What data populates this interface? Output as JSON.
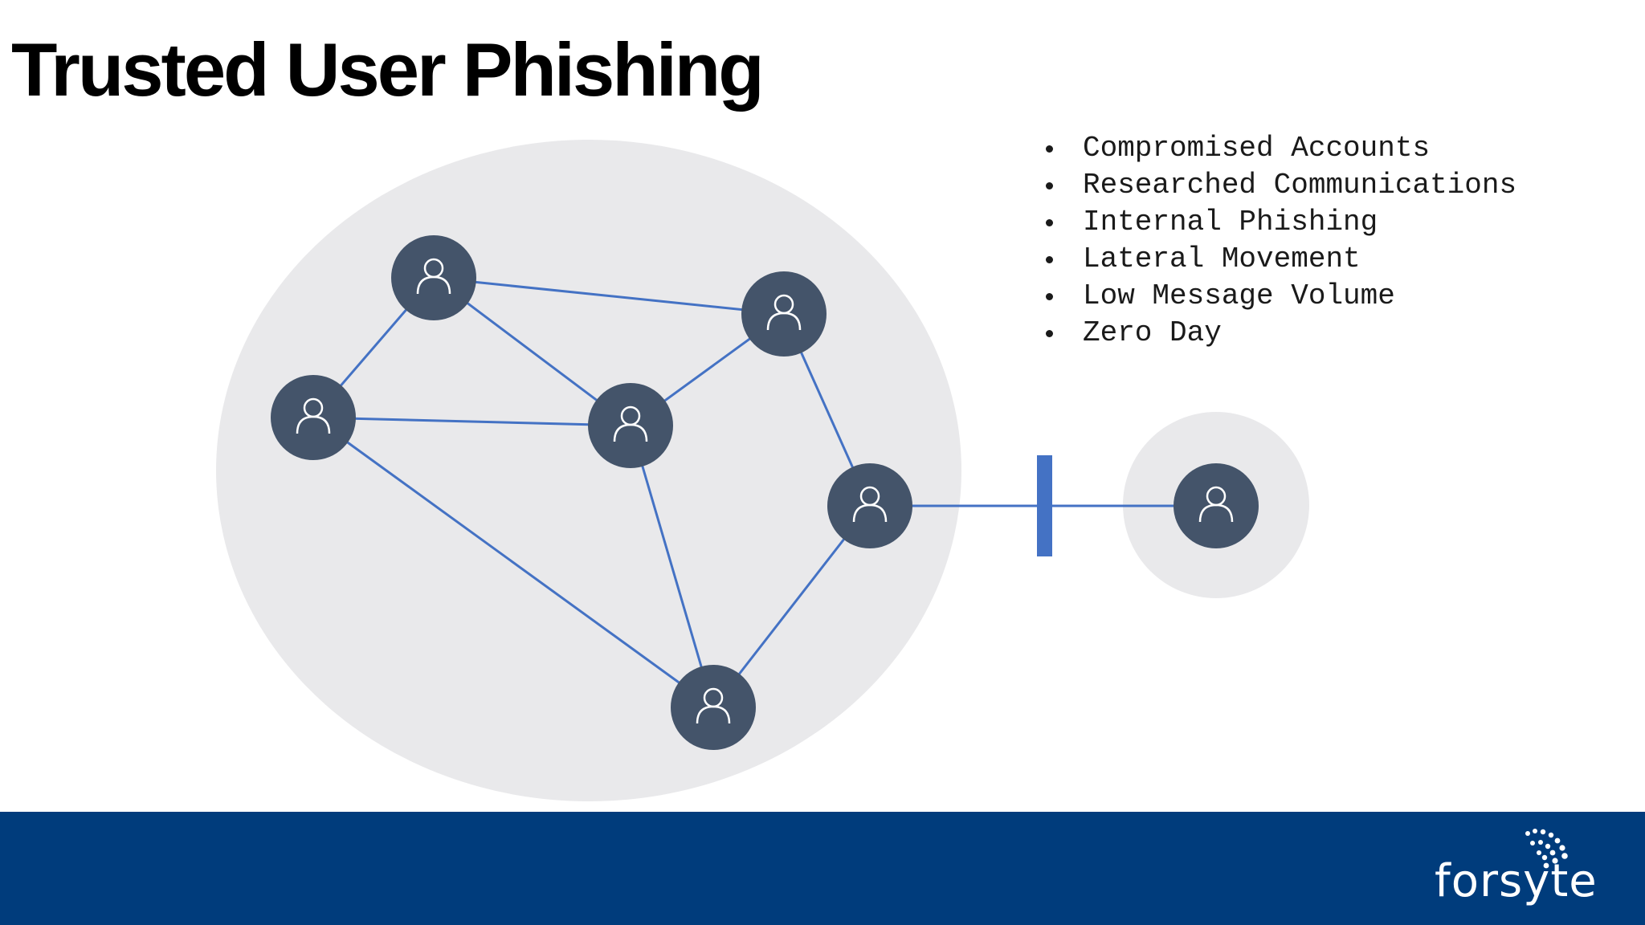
{
  "slide": {
    "title": "Trusted User Phishing"
  },
  "bullets": [
    "Compromised Accounts",
    "Researched Communications",
    "Internal Phishing",
    "Lateral Movement",
    "Low Message Volume",
    "Zero Day"
  ],
  "colors": {
    "cluster_fill": "#e9e9eb",
    "node_fill": "#44546a",
    "edge": "#4472c4",
    "barrier": "#4472c4",
    "footer": "#003c7c"
  },
  "icons": {
    "node": "user-icon",
    "logo_mark": "signal-arc-icon"
  },
  "footer": {
    "logo_text": "forsyte"
  }
}
